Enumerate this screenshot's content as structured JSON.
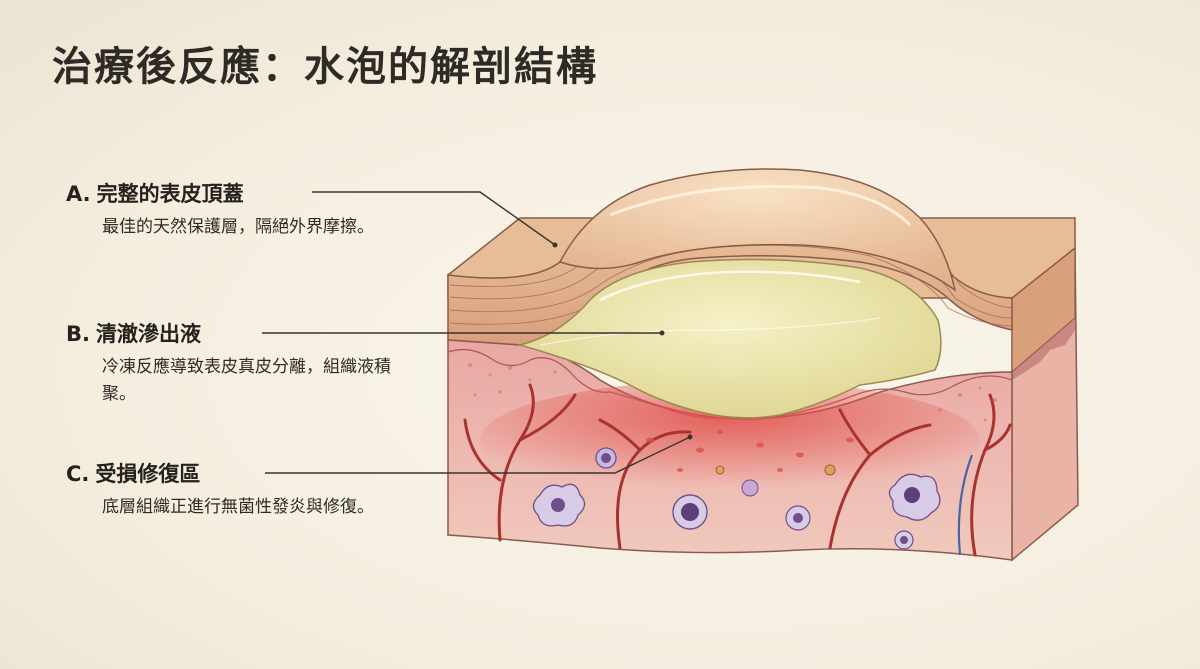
{
  "title": "治療後反應：水泡的解剖結構",
  "callouts": [
    {
      "letter": "A.",
      "heading": "完整的表皮頂蓋",
      "description": "最佳的天然保護層，隔絕外界摩擦。"
    },
    {
      "letter": "B.",
      "heading": "清澈滲出液",
      "description": "冷凍反應導致表皮真皮分離，組織液積聚。"
    },
    {
      "letter": "C.",
      "heading": "受損修復區",
      "description": "底層組織正進行無菌性發炎與修復。"
    }
  ],
  "colors": {
    "background": "#f6f1e4",
    "epidermis": "#e3b48f",
    "blister_fluid": "#ece6a6",
    "dermis": "#e8a5a0",
    "inflammation": "#e05a55",
    "vessels": "#a8322e",
    "cells": "#8a6aa3"
  }
}
